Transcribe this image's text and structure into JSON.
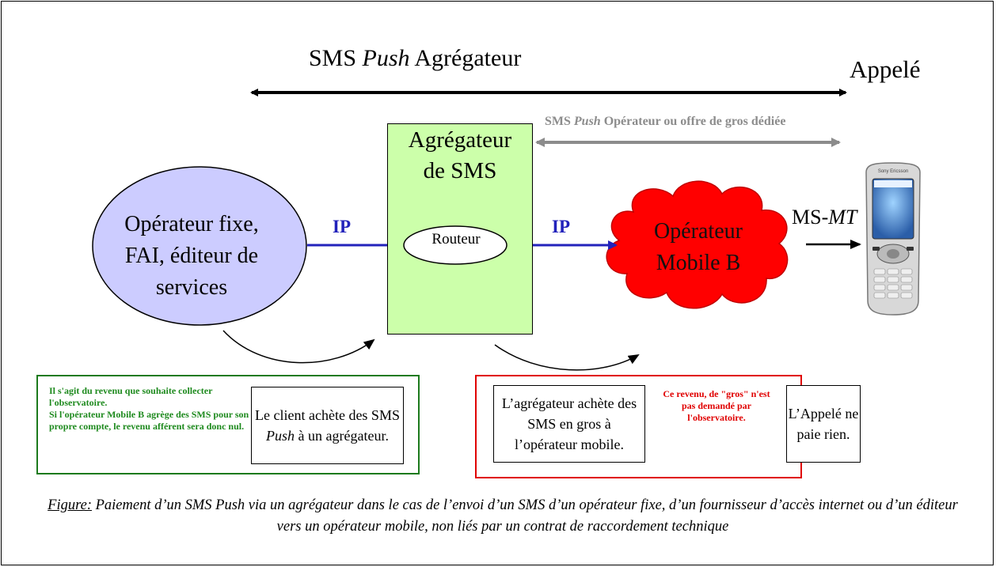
{
  "title": {
    "main": "SMS ",
    "push": "Push",
    "rest": " Agrégateur"
  },
  "appele_top": "Appelé",
  "push_operateur": {
    "main": "SMS ",
    "push": "Push",
    "rest": " Opérateur ou offre de gros dédiée"
  },
  "aggregator_box": {
    "line1": "Agrégateur",
    "line2": "de SMS"
  },
  "fixed_operator": {
    "line1": "Opérateur fixe,",
    "line2": "FAI, éditeur de",
    "line3": "services"
  },
  "router": "Routeur",
  "ip_label_1": "IP",
  "ip_label_2": "IP",
  "mobile_operator": {
    "line1": "Opérateur",
    "line2": "Mobile B"
  },
  "sms_mt": {
    "prefix": "MS-",
    "suffix": "MT"
  },
  "phone_brand": "Sony Ericsson",
  "green_note": {
    "line1": "Il s'agit du revenu que souhaite collecter l'observatoire.",
    "line2": "Si l'opérateur Mobile B agrège des SMS pour son propre compte, le revenu afférent sera donc nul."
  },
  "client_box": {
    "text1": "Le client achète des SMS ",
    "push": "Push",
    "text2": " à un agrégateur."
  },
  "aggregator_buy": "L’agrégateur achète des SMS en gros à l’opérateur mobile.",
  "red_note": "Ce revenu, de \"gros\" n'est pas demandé par l'observatoire.",
  "appele_box": "L’Appelé ne paie rien.",
  "caption": {
    "label": "Figure:",
    "text": " Paiement d’un SMS Push via un agrégateur dans le cas de l’envoi d’un SMS d’un opérateur fixe, d’un fournisseur d’accès internet ou d’un éditeur vers un opérateur mobile, non liés par un contrat de raccordement technique"
  },
  "colors": {
    "aggregator_fill": "#ccffaa",
    "ellipse_fill": "#ccccff",
    "cloud_fill": "#ff0000",
    "ip_arrow": "#2222bb",
    "gray_arrow": "#8c8c8c",
    "green_border": "#1c7a1c",
    "red_border": "#e00000"
  }
}
